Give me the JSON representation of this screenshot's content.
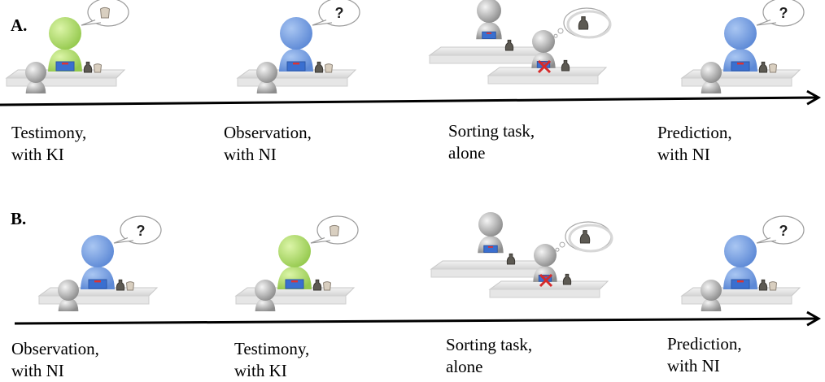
{
  "panels": [
    {
      "label": "A.",
      "steps": [
        {
          "caption_line1": "Testimony,",
          "caption_line2": "with KI",
          "scene": "testimony",
          "speaker_color": "#b7e07a",
          "bubble": "object"
        },
        {
          "caption_line1": "Observation,",
          "caption_line2": "with NI",
          "scene": "observation",
          "speaker_color": "#7fa7e6",
          "bubble": "?"
        },
        {
          "caption_line1": "Sorting task,",
          "caption_line2": "alone",
          "scene": "sorting",
          "speaker_color": "#bdbdbd",
          "bubble": "object"
        },
        {
          "caption_line1": "Prediction,",
          "caption_line2": "with NI",
          "scene": "prediction",
          "speaker_color": "#7fa7e6",
          "bubble": "?"
        }
      ]
    },
    {
      "label": "B.",
      "steps": [
        {
          "caption_line1": "Observation,",
          "caption_line2": "with NI",
          "scene": "observation",
          "speaker_color": "#7fa7e6",
          "bubble": "?"
        },
        {
          "caption_line1": "Testimony,",
          "caption_line2": "with KI",
          "scene": "testimony",
          "speaker_color": "#b7e07a",
          "bubble": "object"
        },
        {
          "caption_line1": "Sorting task,",
          "caption_line2": "alone",
          "scene": "sorting",
          "speaker_color": "#bdbdbd",
          "bubble": "object"
        },
        {
          "caption_line1": "Prediction,",
          "caption_line2": "with NI",
          "scene": "prediction",
          "speaker_color": "#7fa7e6",
          "bubble": "?"
        }
      ]
    }
  ]
}
